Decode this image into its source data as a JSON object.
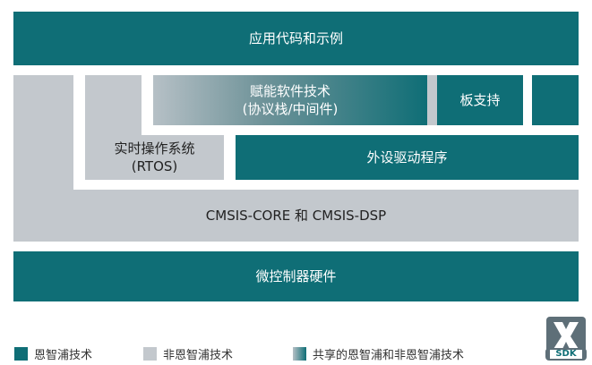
{
  "layers": {
    "application": "应用代码和示例",
    "enablement_line1": "赋能软件技术",
    "enablement_line2": "(协议栈/中间件)",
    "board_support": "板支持",
    "rtos_line1": "实时操作系统",
    "rtos_line2": "(RTOS)",
    "peripheral_drivers": "外设驱动程序",
    "cmsis": "CMSIS-CORE 和 CMSIS-DSP",
    "hardware": "微控制器硬件"
  },
  "legend": [
    {
      "label": "恩智浦技术",
      "swatch": "teal"
    },
    {
      "label": "非恩智浦技术",
      "swatch": "gray"
    },
    {
      "label": "共享的恩智浦和非恩智浦技术",
      "swatch": "gradient"
    }
  ],
  "logo": {
    "text": "SDK",
    "icon": "sdk-x-logo"
  },
  "colors": {
    "nxp": "#0f6e76",
    "non_nxp": "#c3c8cd",
    "page": "#ffffff"
  }
}
